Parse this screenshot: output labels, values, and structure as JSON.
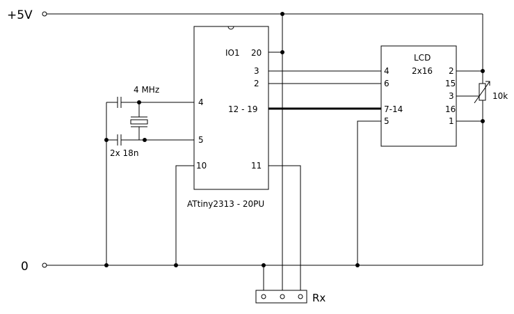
{
  "rails": {
    "vcc": "+5V",
    "gnd": "0"
  },
  "mcu": {
    "ref": "IO1",
    "part": "ATtiny2313 - 20PU",
    "pins": {
      "p20": "20",
      "p3": "3",
      "p2": "2",
      "p12_19": "12 - 19",
      "p4": "4",
      "p5": "5",
      "p10": "10",
      "p11": "11"
    }
  },
  "lcd": {
    "ref": "LCD",
    "type": "2x16",
    "pins": {
      "p4": "4",
      "p6": "6",
      "p7_14": "7-14",
      "p5": "5",
      "p2": "2",
      "p15": "15",
      "p3": "3",
      "p16": "16",
      "p1": "1"
    }
  },
  "crystal": {
    "label": "4 MHz"
  },
  "capacitors": {
    "label": "2x 18n"
  },
  "pot": {
    "label": "10k"
  },
  "connector": {
    "label": "Rx"
  }
}
